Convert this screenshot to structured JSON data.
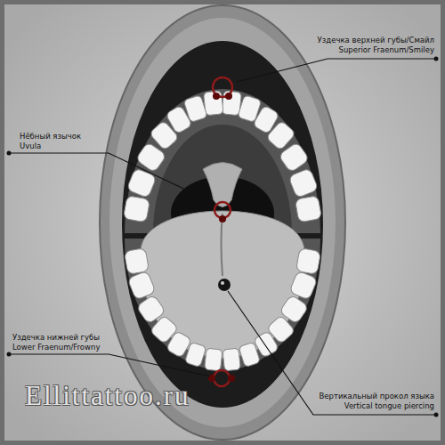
{
  "diagram": {
    "labels": [
      "Уздечка верхней губы/Смайл",
      "Superior Fraenum/Smiley",
      "Нёбный язычок",
      "Uvula",
      "Уздечка нижней губы",
      "Lower Fraenum/Frowny",
      "Вертикальный прокол языка",
      "Vertical tongue piercing",
      "Ellittattoo.ru"
    ]
  }
}
